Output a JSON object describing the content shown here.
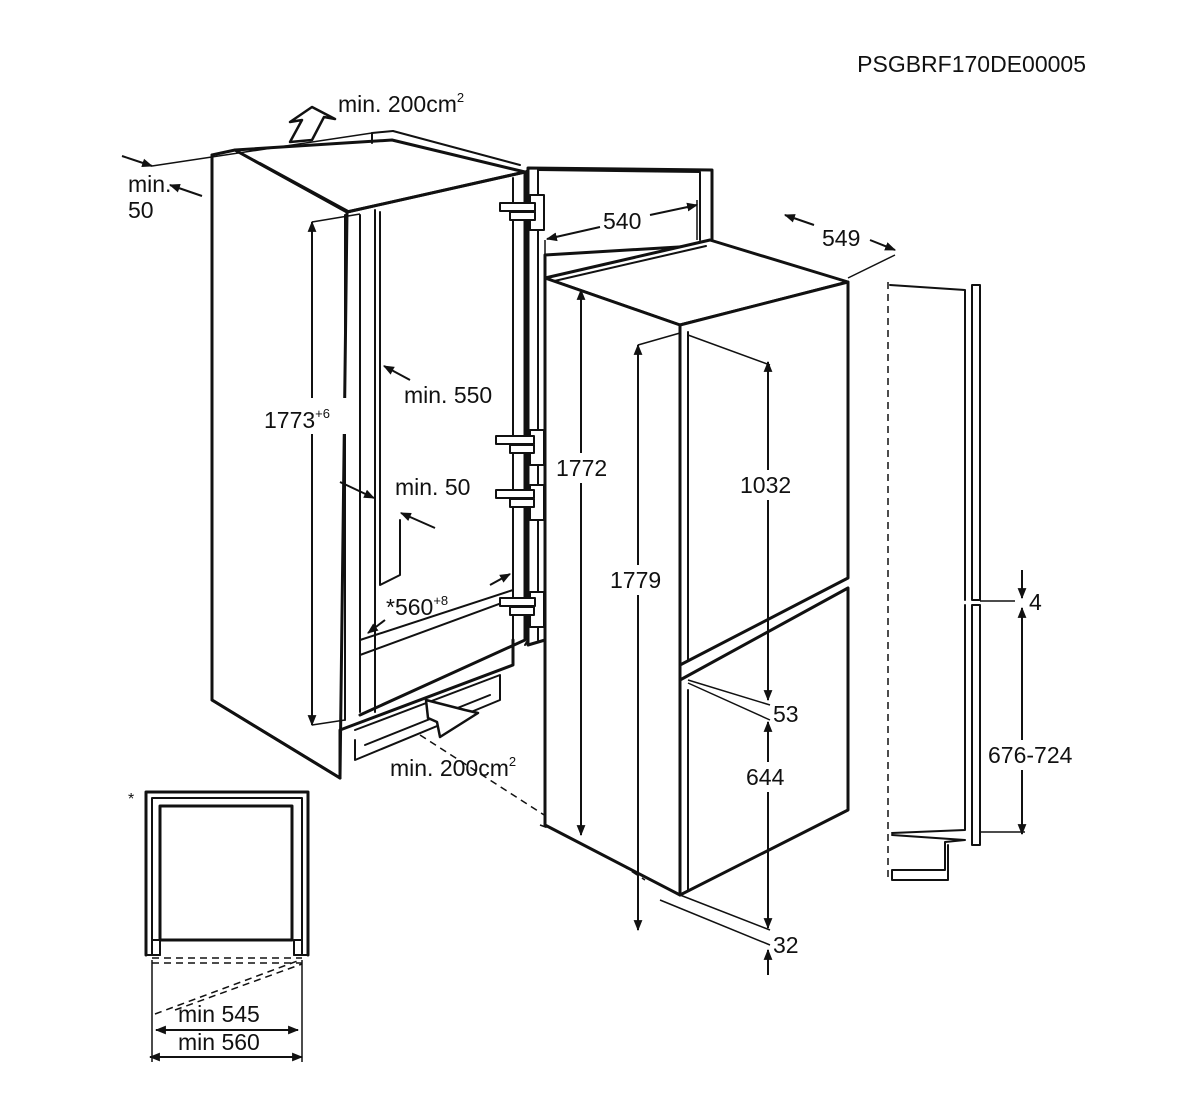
{
  "document_code": "PSGBRF170DE00005",
  "niche": {
    "vent_top": "min. 200cm",
    "vent_top_sup": "2",
    "rear_gap_line1": "min.",
    "rear_gap_line2": "50",
    "height": "1773",
    "height_tolerance": "+6",
    "depth_min": "min. 550",
    "side_gap": "min. 50",
    "width": "*560",
    "width_tolerance": "+8",
    "vent_bottom": "min. 200cm",
    "vent_bottom_sup": "2"
  },
  "appliance": {
    "depth": "540",
    "depth_with_door": "549",
    "body_height": "1772",
    "total_height": "1779",
    "upper_door": "1032",
    "gap": "53",
    "lower_door": "644",
    "bottom_offset": "32"
  },
  "door_fixing": {
    "gap": "4",
    "range": "676-724"
  },
  "plan_view": {
    "note_marker": "*",
    "min_inner": "min 545",
    "min_outer": "min 560"
  }
}
